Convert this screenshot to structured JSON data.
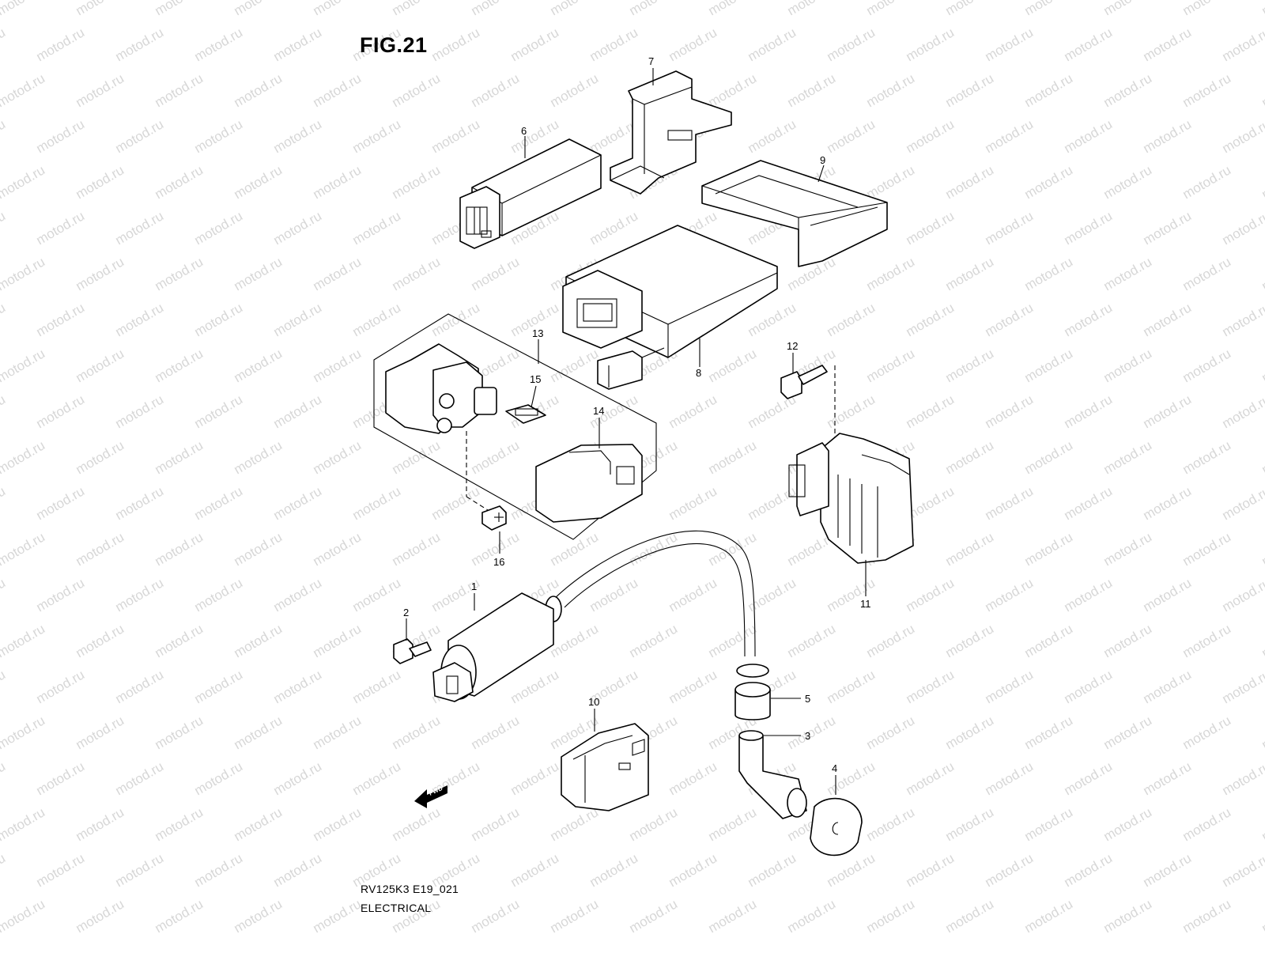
{
  "figure": {
    "title": "FIG.21",
    "code": "RV125K3 E19_021",
    "name": "ELECTRICAL",
    "watermark": "motod.ru",
    "fwd_label": "FWD"
  },
  "callouts": {
    "c1": "1",
    "c2": "2",
    "c3": "3",
    "c4": "4",
    "c5": "5",
    "c6": "6",
    "c7": "7",
    "c8": "8",
    "c9": "9",
    "c10": "10",
    "c11": "11",
    "c12": "12",
    "c13": "13",
    "c14": "14",
    "c15": "15",
    "c16": "16"
  }
}
